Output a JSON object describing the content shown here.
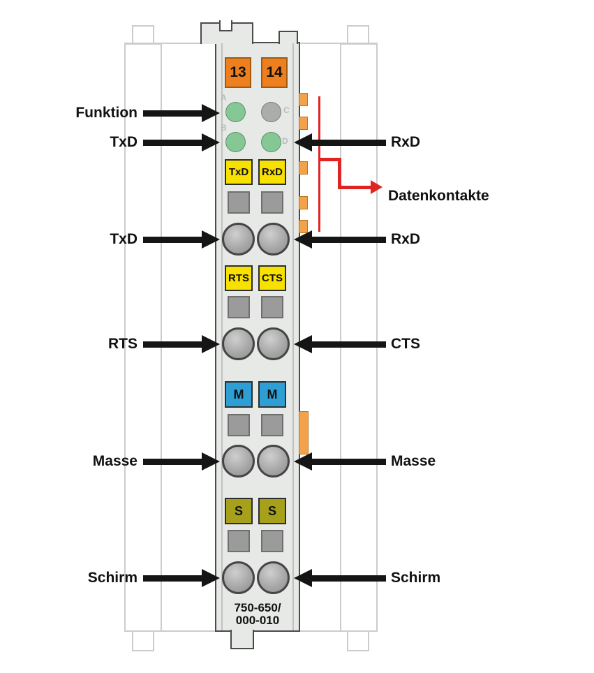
{
  "diagram": {
    "module": {
      "part_number": [
        "750-650/",
        "000-010"
      ],
      "top_terminals": [
        "13",
        "14"
      ],
      "leds": [
        {
          "letter": "A",
          "state": "green"
        },
        {
          "letter": "C",
          "state": "gray"
        },
        {
          "letter": "B",
          "state": "green"
        },
        {
          "letter": "D",
          "state": "green"
        }
      ],
      "marker_rows": [
        {
          "left": "TxD",
          "right": "RxD",
          "style": "yellow"
        },
        {
          "left": "RTS",
          "right": "CTS",
          "style": "yellow"
        },
        {
          "left": "M",
          "right": "M",
          "style": "blue"
        },
        {
          "left": "S",
          "right": "S",
          "style": "olive"
        }
      ]
    },
    "callouts": {
      "left": [
        "Funktion",
        "TxD",
        "TxD",
        "RTS",
        "Masse",
        "Schirm"
      ],
      "right": [
        "RxD",
        "RxD",
        "CTS",
        "Masse",
        "Schirm"
      ],
      "data_contacts": "Datenkontakte"
    }
  },
  "colors": {
    "module_fill": "#e7e9e7",
    "module_outline": "#4a4a4a",
    "ghost_outline": "#cccccc",
    "terminal_orange": "#ee7f1e",
    "contact_orange": "#f2a24b",
    "label_yellow": "#f8e000",
    "label_blue": "#2d9fd5",
    "label_olive": "#a6a01b",
    "led_green": "#85c795",
    "led_gray": "#abadaa",
    "annotation_red": "#e02424",
    "arrow_black": "#151515"
  }
}
